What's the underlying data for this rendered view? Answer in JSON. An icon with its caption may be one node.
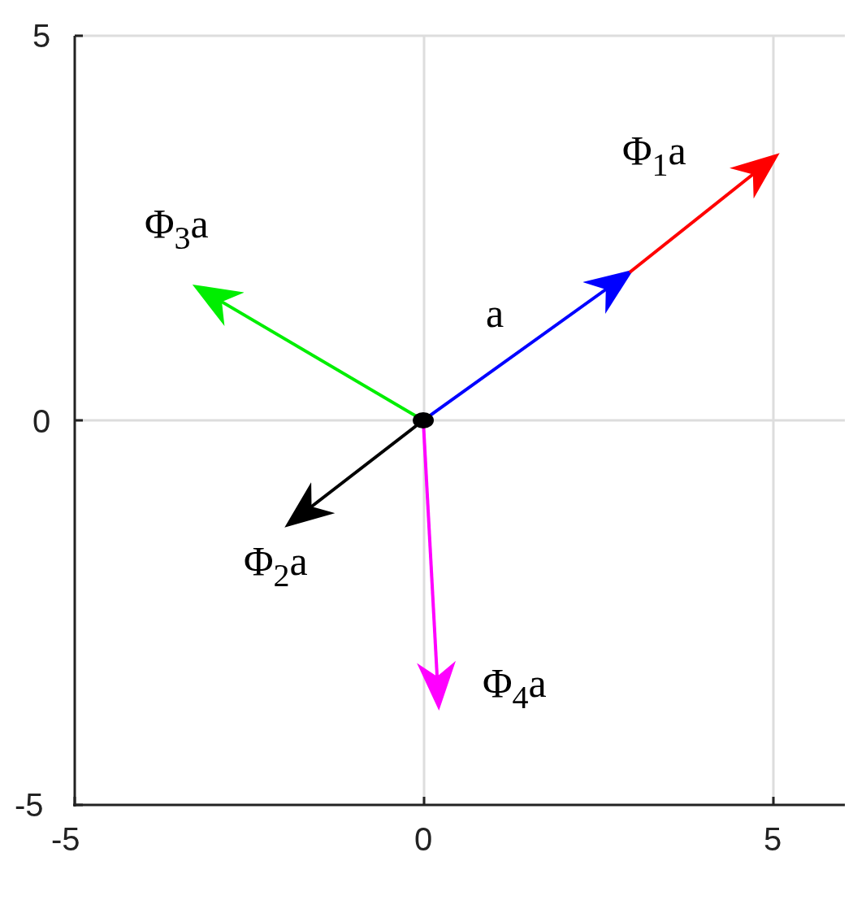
{
  "diagram": {
    "labels": [
      "5",
      "Φ$_{1}$a",
      "Φ$_{3}$a",
      "a",
      "0",
      "Φ$_{2}$a",
      "Φ$_{4}$a",
      "-5",
      "-5",
      "0",
      "5"
    ]
  }
}
